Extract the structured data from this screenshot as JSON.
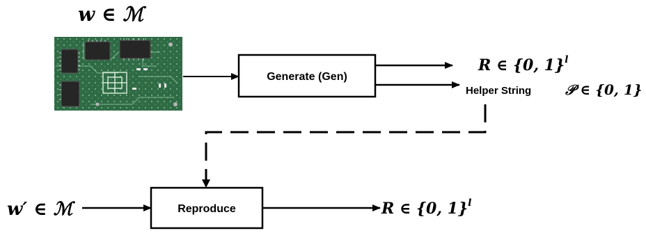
{
  "diagram": {
    "input_top": "w ∈ ℳ",
    "input_bottom": "w′ ∈ ℳ",
    "generate_box": "Generate (Gen)",
    "reproduce_box": "Reproduce",
    "output_r_top": "R ∈ {0, 1}",
    "output_r_top_sup": "l",
    "helper_label": "Helper String",
    "helper_math": "𝒫 ∈ {0, 1}",
    "output_r_bottom": "R ∈ {0, 1}",
    "output_r_bottom_sup": "l"
  },
  "colors": {
    "board_green": "#2f6b45",
    "board_trace": "#8fc7a0",
    "chip": "#2a2a2a",
    "stroke": "#000000"
  }
}
